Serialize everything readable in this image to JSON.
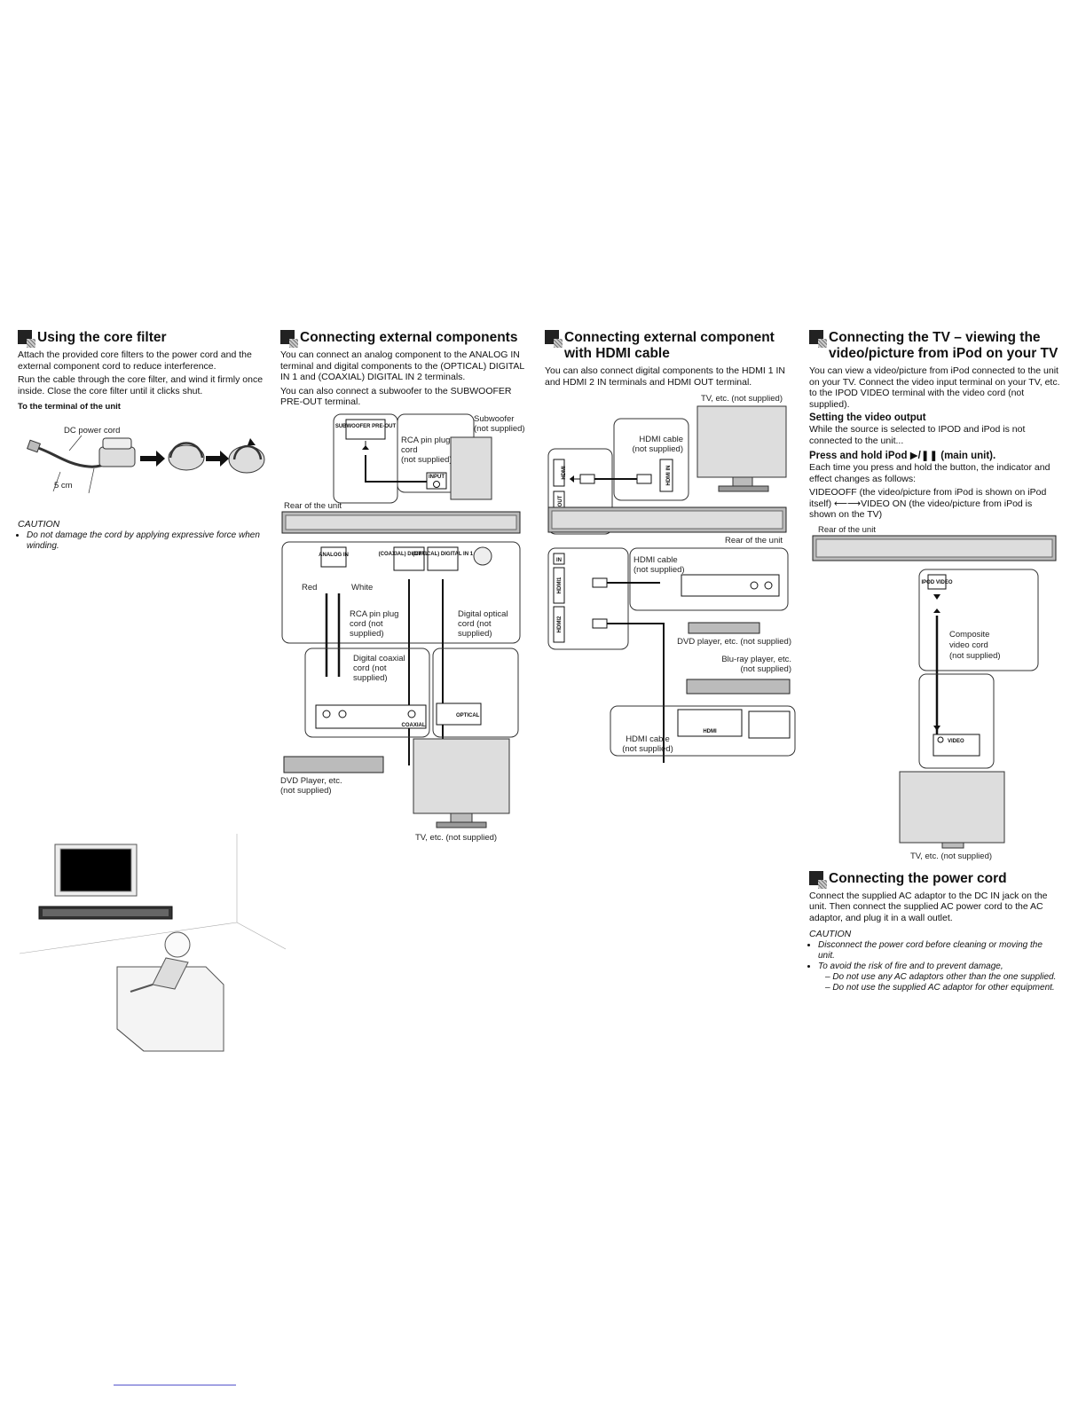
{
  "core_filter": {
    "title": "Using the core filter",
    "p1": "Attach the provided core filters to the power cord and the external component cord to reduce interference.",
    "p2": "Run the cable through the core filter, and wind it firmly once inside. Close the core filter until it clicks shut.",
    "subheading": "To the terminal of the unit",
    "label_dc": "DC power cord",
    "label_5cm": "5 cm",
    "caution_title": "CAUTION",
    "caution_1": "Do not damage the cord by applying expressive force when winding."
  },
  "external": {
    "title": "Connecting external components",
    "p1": "You can connect an analog component to the ANALOG IN terminal and digital components to the (OPTICAL) DIGITAL IN 1 and (COAXIAL) DIGITAL IN 2 terminals.",
    "p2": "You can also connect a subwoofer to the SUBWOOFER PRE-OUT terminal.",
    "subwoofer_jack": "SUBWOOFER PRE-OUT",
    "subwoofer": "Subwoofer",
    "not_supplied": "(not supplied)",
    "rca_pin": "RCA pin plug",
    "cord": "cord",
    "input": "INPUT",
    "rear": "Rear of the unit",
    "analog_in": "ANALOG IN",
    "coaxial_in2": "(COAXIAL) DIGITAL IN 2",
    "optical_in1": "(OPTICAL) DIGITAL IN 1",
    "red": "Red",
    "white": "White",
    "rca_cord_1": "RCA pin plug",
    "rca_cord_2": "cord (not",
    "rca_cord_3": "supplied)",
    "dig_opt_1": "Digital optical",
    "dig_opt_2": "cord (not",
    "dig_opt_3": "supplied)",
    "dig_coax_1": "Digital coaxial",
    "dig_coax_2": "cord (not",
    "dig_coax_3": "supplied)",
    "coaxial": "COAXIAL",
    "optical": "OPTICAL",
    "dvd": "DVD Player, etc.",
    "tv": "TV, etc. (not supplied)"
  },
  "hdmi": {
    "title_1": "Connecting external component",
    "title_2": "with HDMI cable",
    "p1": "You can also connect digital components to the HDMI 1 IN and HDMI 2 IN terminals and HDMI OUT terminal.",
    "tv": "TV, etc. (not supplied)",
    "hdmi_cable": "HDMI cable",
    "not_supplied": "(not supplied)",
    "hdmi_in": "HDMI IN",
    "out": "OUT",
    "in": "IN",
    "hdmi1": "HDMI1",
    "hdmi2": "HDMI2",
    "hdmi_label": "HDMI",
    "rear": "Rear of the unit",
    "dvd": "DVD player, etc. (not supplied)",
    "bluray_1": "Blu-ray player, etc.",
    "bluray_2": "(not supplied)"
  },
  "tv_ipod": {
    "title_1": "Connecting the TV – viewing the",
    "title_2": "video/picture from iPod on your TV",
    "p1": "You can view a video/picture from iPod connected to the unit on your TV. Connect the video input terminal on your TV, etc. to the IPOD VIDEO terminal with the video cord (not supplied).",
    "sub1": "Setting the video output",
    "p2": "While the source is selected to IPOD and iPod is not connected to the unit...",
    "sub2": "Press and hold iPod ▶/❚❚ (main unit).",
    "p3": "Each time you press and hold the button, the indicator and effect changes as follows:",
    "p4": "VIDEOOFF (the video/picture from iPod is shown on iPod itself) ⟵⟶VIDEO ON (the video/picture from iPod is shown on the TV)",
    "rear": "Rear of the unit",
    "ipod_video": "IPOD VIDEO",
    "composite_1": "Composite",
    "composite_2": "video cord",
    "composite_3": "(not supplied)",
    "video": "VIDEO",
    "tv": "TV, etc. (not supplied)"
  },
  "power": {
    "title": "Connecting the power cord",
    "p1": "Connect the supplied AC adaptor to the DC IN jack on the unit. Then connect the supplied AC power cord to the AC adaptor, and plug it in a wall outlet.",
    "caution_title": "CAUTION",
    "c1": "Disconnect the power cord before cleaning or moving the unit.",
    "c2": "To avoid the risk of fire and to prevent damage,",
    "c2a": "– Do not use any AC adaptors other than the one supplied.",
    "c2b": "– Do not use the supplied AC adaptor for other equipment."
  }
}
